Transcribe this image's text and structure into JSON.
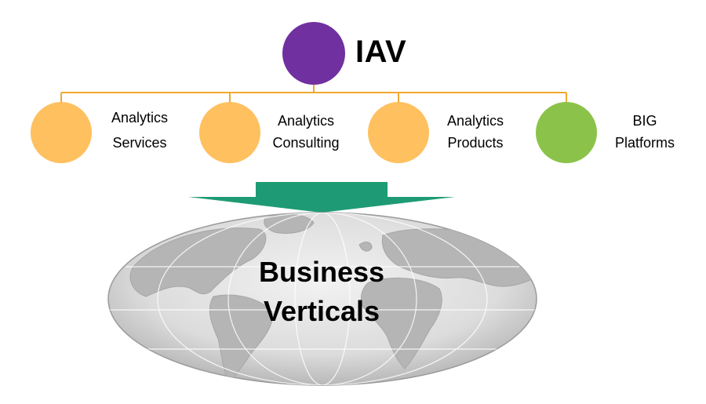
{
  "root": {
    "label": "IAV",
    "color": "#7030A0"
  },
  "connector_color": "#F0A830",
  "children": [
    {
      "line1": "Analytics",
      "line2": "Services",
      "color": "#FFC060"
    },
    {
      "line1": "Analytics",
      "line2": "Consulting",
      "color": "#FFC060"
    },
    {
      "line1": "Analytics",
      "line2": "Products",
      "color": "#FFC060"
    },
    {
      "line1": "BIG",
      "line2": "Platforms",
      "color": "#8BC34A"
    }
  ],
  "arrow_color": "#1E9B74",
  "globe": {
    "title_line1": "Business",
    "title_line2": "Verticals"
  }
}
